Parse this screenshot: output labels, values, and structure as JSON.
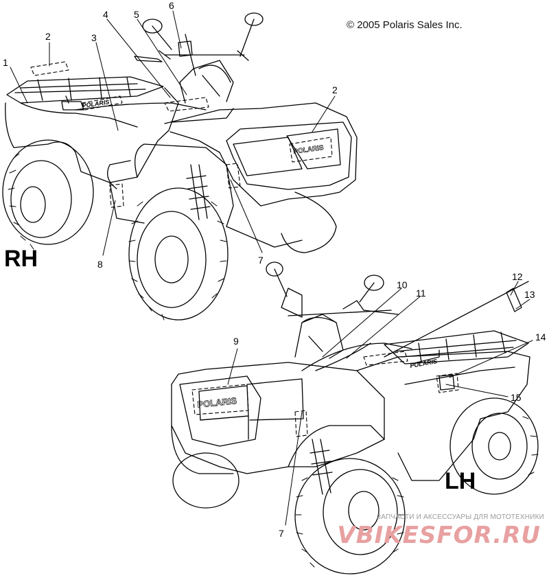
{
  "copyright": "© 2005 Polaris Sales Inc.",
  "side_labels": {
    "right": "RH",
    "left": "LH"
  },
  "decal_text": "POLARIS",
  "watermark": {
    "line1": "ЗАПЧАСТИ И АКСЕССУАРЫ ДЛЯ МОТОТЕХНИКИ",
    "line2": "VBIKESFOR.RU"
  },
  "callouts": [
    "1",
    "2",
    "3",
    "4",
    "5",
    "6",
    "2",
    "7",
    "8",
    "7",
    "9",
    "10",
    "11",
    "12",
    "13",
    "14",
    "15"
  ]
}
